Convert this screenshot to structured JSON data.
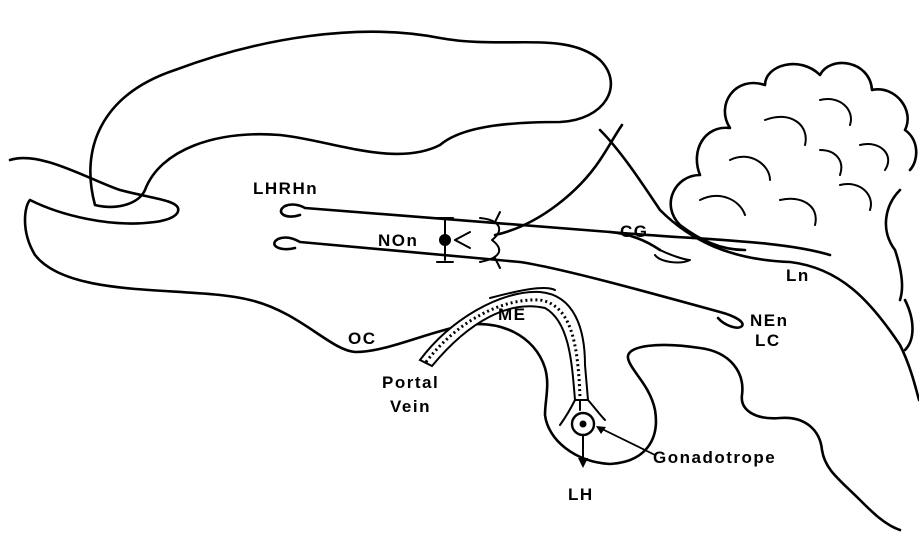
{
  "labels": {
    "lhrhn": "LHRHn",
    "non": "NOn",
    "cg": "CG",
    "ln": "Ln",
    "nen": "NEn",
    "lc": "LC",
    "me": "ME",
    "oc": "OC",
    "portal": "Portal",
    "vein": "Vein",
    "gonadotrope": "Gonadotrope",
    "lh": "LH"
  }
}
